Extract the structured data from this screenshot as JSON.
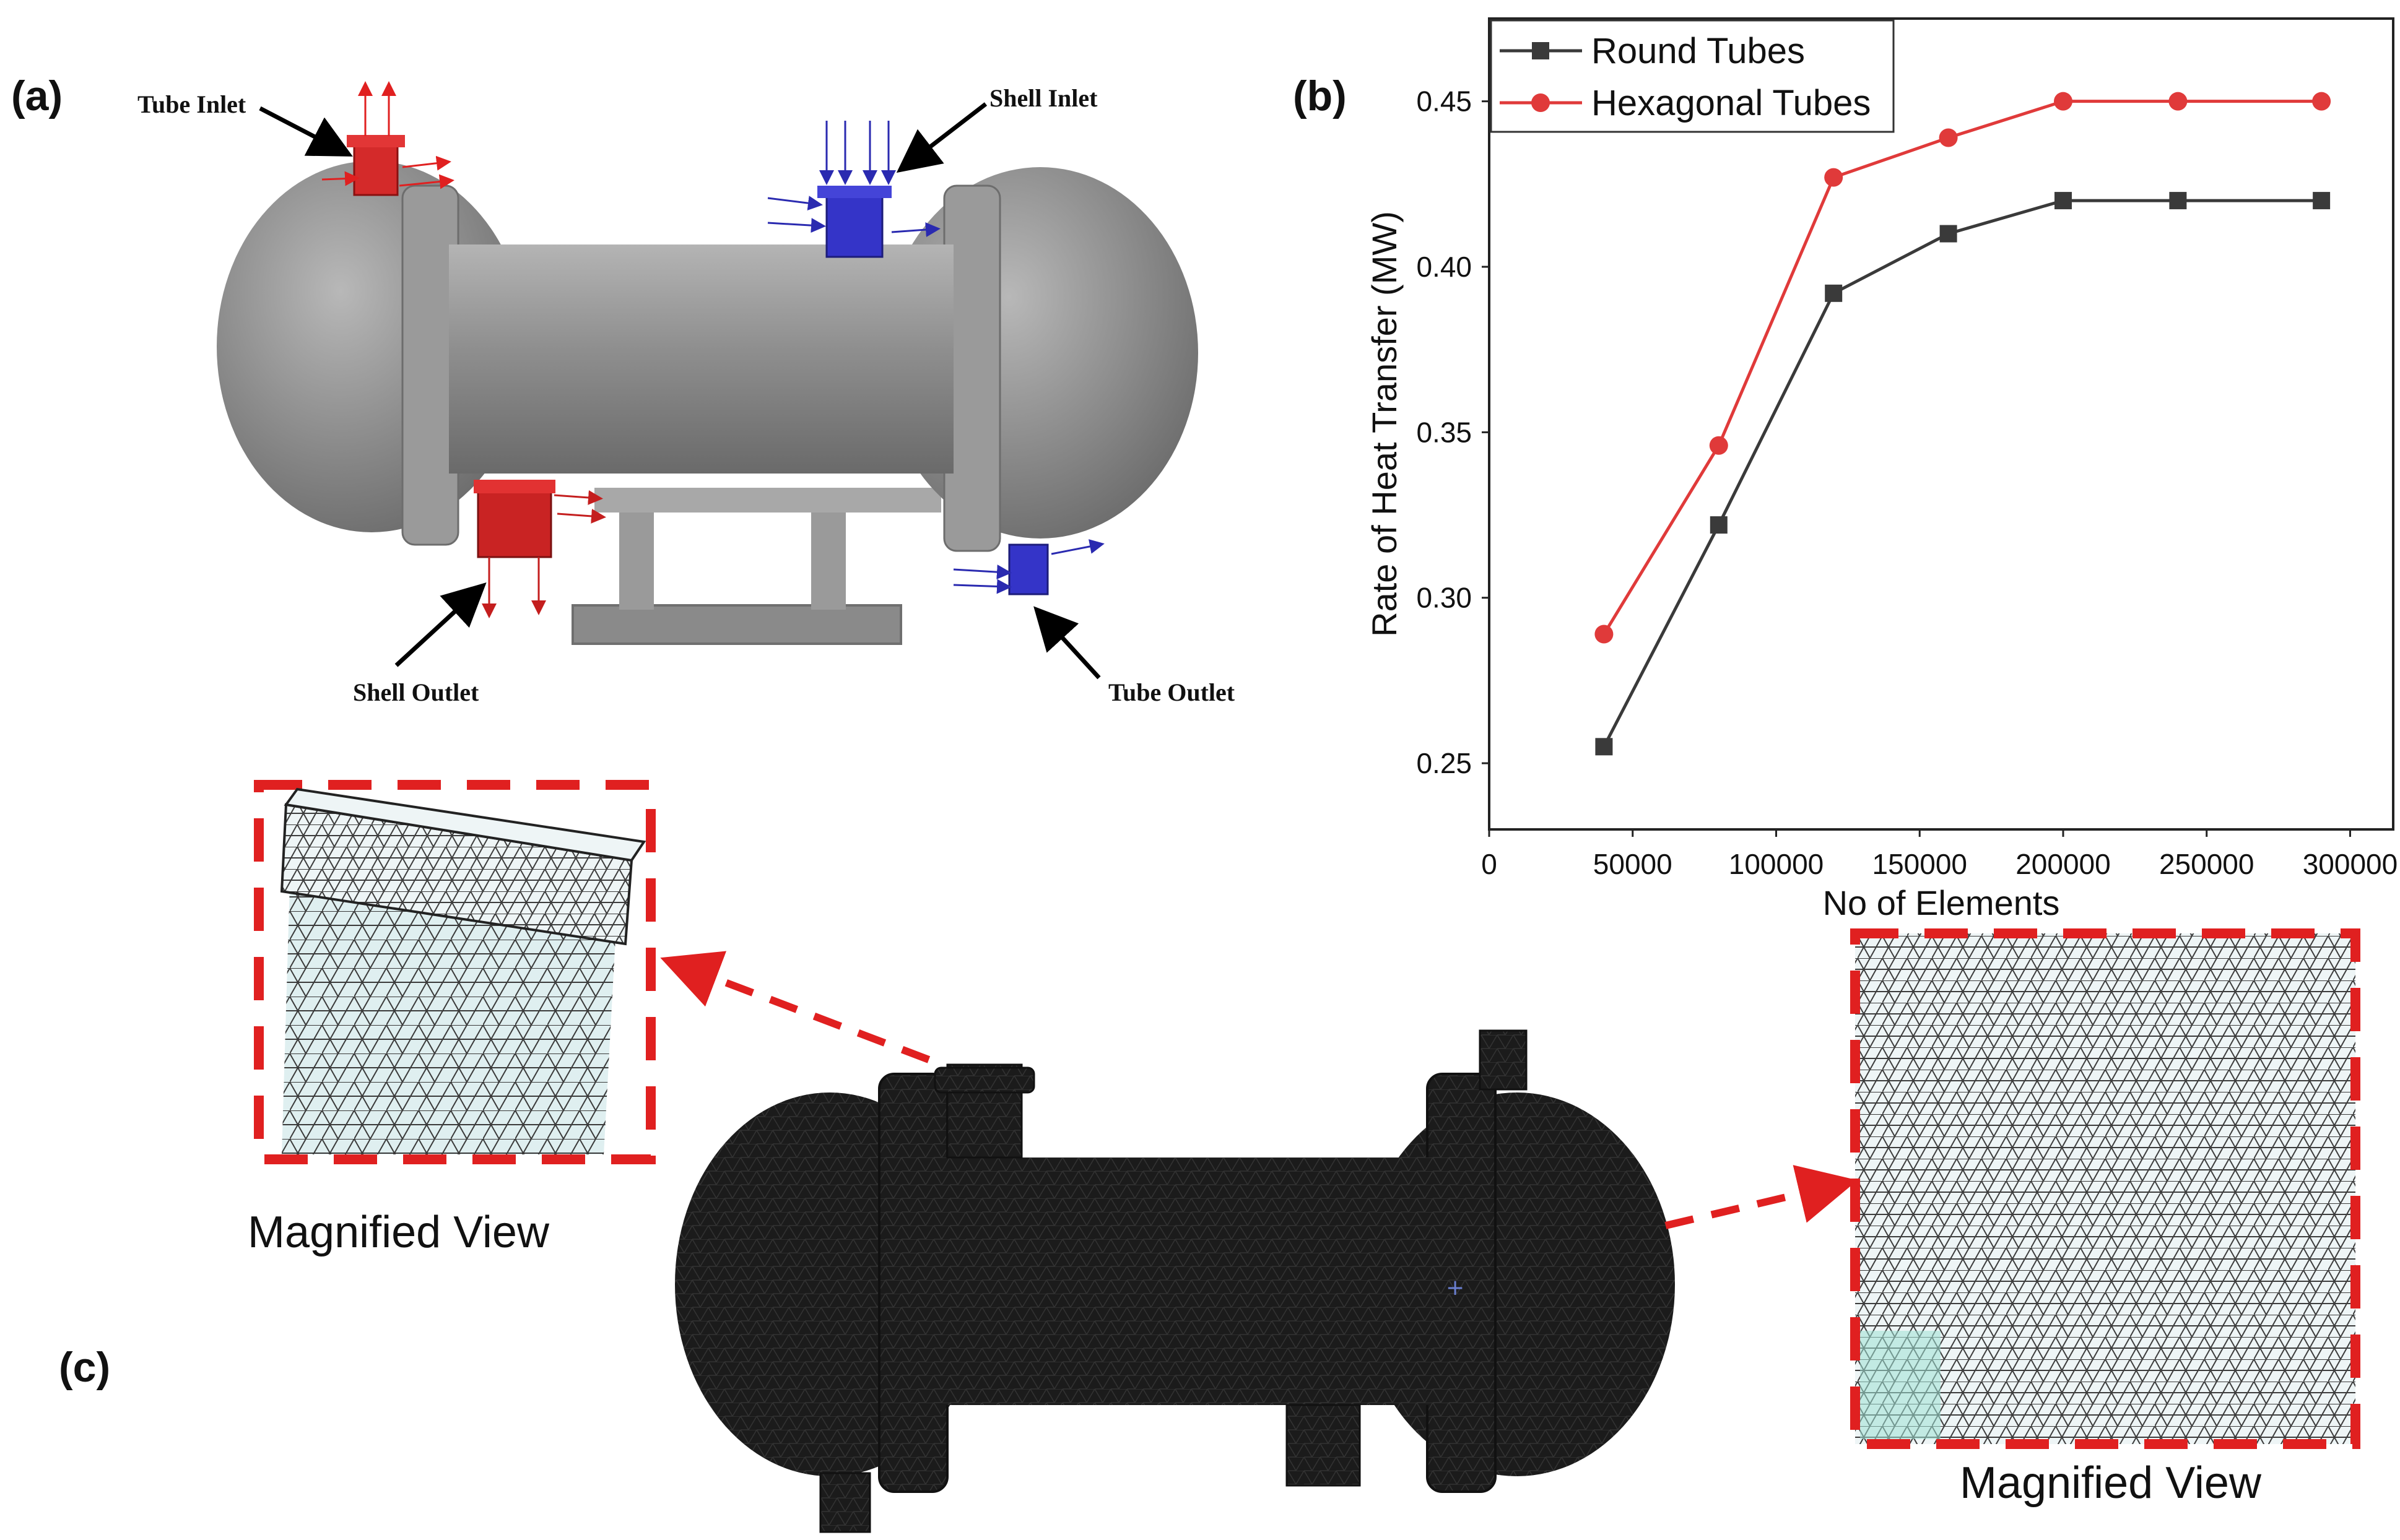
{
  "figure": {
    "panel_labels": {
      "a": "(a)",
      "b": "(b)",
      "c": "(c)"
    },
    "callouts": {
      "tube_inlet": "Tube Inlet",
      "shell_inlet": "Shell Inlet",
      "shell_outlet": "Shell Outlet",
      "tube_outlet": "Tube Outlet"
    },
    "magnified_left": "Magnified View",
    "magnified_right": "Magnified View"
  },
  "colors": {
    "hot_port": "#d42a2a",
    "cold_port": "#3434c8",
    "shell_body": "#8d8d8d",
    "mesh_dark": "#1c1c1c",
    "zoom_box": "#e02020",
    "round_series": "#3a3a3a",
    "hex_series": "#e03a3a"
  },
  "chart_data": {
    "type": "line",
    "title": "",
    "xlabel": "No of Elements",
    "ylabel": "Rate of Heat Transfer (MW)",
    "xlim": [
      0,
      315000
    ],
    "ylim": [
      0.23,
      0.475
    ],
    "x_ticks": [
      0,
      50000,
      100000,
      150000,
      200000,
      250000,
      300000
    ],
    "x_tick_labels": [
      "0",
      "50000",
      "100000",
      "150000",
      "200000",
      "250000",
      "300000"
    ],
    "y_ticks": [
      0.25,
      0.3,
      0.35,
      0.4,
      0.45
    ],
    "y_tick_labels": [
      "0.25",
      "0.30",
      "0.35",
      "0.40",
      "0.45"
    ],
    "grid": false,
    "legend_position": "top-left",
    "x": [
      40000,
      80000,
      120000,
      160000,
      200000,
      240000,
      290000
    ],
    "series": [
      {
        "name": "Round Tubes",
        "marker": "square",
        "color": "#3a3a3a",
        "values": [
          0.255,
          0.322,
          0.392,
          0.41,
          0.42,
          0.42,
          0.42
        ]
      },
      {
        "name": "Hexagonal Tubes",
        "marker": "circle",
        "color": "#e03a3a",
        "values": [
          0.289,
          0.346,
          0.427,
          0.439,
          0.45,
          0.45,
          0.45
        ]
      }
    ]
  }
}
